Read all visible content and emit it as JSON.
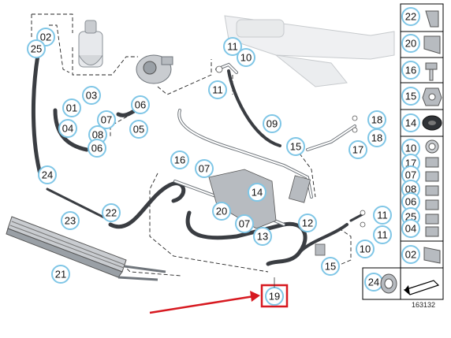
{
  "diagram": {
    "diagram_number": "163132",
    "highlighted_part": "19",
    "colors": {
      "callout_stroke": "#7fc6e6",
      "hose": "#3a3d42",
      "part_light": "#c9ccd0",
      "part_mid": "#9aa0a6",
      "highlight": "#d71920",
      "arrow": "#d71920",
      "frame": "#000000"
    },
    "callouts": [
      {
        "label": "02"
      },
      {
        "label": "25"
      },
      {
        "label": "11"
      },
      {
        "label": "10"
      },
      {
        "label": "11"
      },
      {
        "label": "03"
      },
      {
        "label": "01"
      },
      {
        "label": "04"
      },
      {
        "label": "07"
      },
      {
        "label": "08"
      },
      {
        "label": "06"
      },
      {
        "label": "06"
      },
      {
        "label": "05"
      },
      {
        "label": "09"
      },
      {
        "label": "18"
      },
      {
        "label": "18"
      },
      {
        "label": "17"
      },
      {
        "label": "15"
      },
      {
        "label": "16"
      },
      {
        "label": "07"
      },
      {
        "label": "24"
      },
      {
        "label": "14"
      },
      {
        "label": "20"
      },
      {
        "label": "22"
      },
      {
        "label": "23"
      },
      {
        "label": "07"
      },
      {
        "label": "13"
      },
      {
        "label": "12"
      },
      {
        "label": "11"
      },
      {
        "label": "11"
      },
      {
        "label": "10"
      },
      {
        "label": "15"
      },
      {
        "label": "21"
      }
    ],
    "side_panel": [
      {
        "label": "22",
        "icon": "hose-clamp-icon"
      },
      {
        "label": "20",
        "icon": "bracket-icon"
      },
      {
        "label": "16",
        "icon": "bolt-icon"
      },
      {
        "label": "15",
        "icon": "nut-icon"
      },
      {
        "label": "14",
        "icon": "grommet-icon"
      },
      {
        "label": "10",
        "icon": "sealing-ring-icon"
      },
      {
        "label": "17",
        "icon": "clip-icon"
      },
      {
        "label": "07",
        "icon": "clip-icon"
      },
      {
        "label": "08",
        "icon": "clip-icon"
      },
      {
        "label": "06",
        "icon": "hose-clamp-icon"
      },
      {
        "label": "25",
        "icon": "clip-icon"
      },
      {
        "label": "04",
        "icon": "clip-icon"
      },
      {
        "label": "02",
        "icon": "cap-icon"
      }
    ],
    "bottom_panel": [
      {
        "label": "24",
        "icon": "clamp-icon"
      },
      {
        "label": "",
        "icon": "direction-arrow-icon"
      }
    ]
  }
}
